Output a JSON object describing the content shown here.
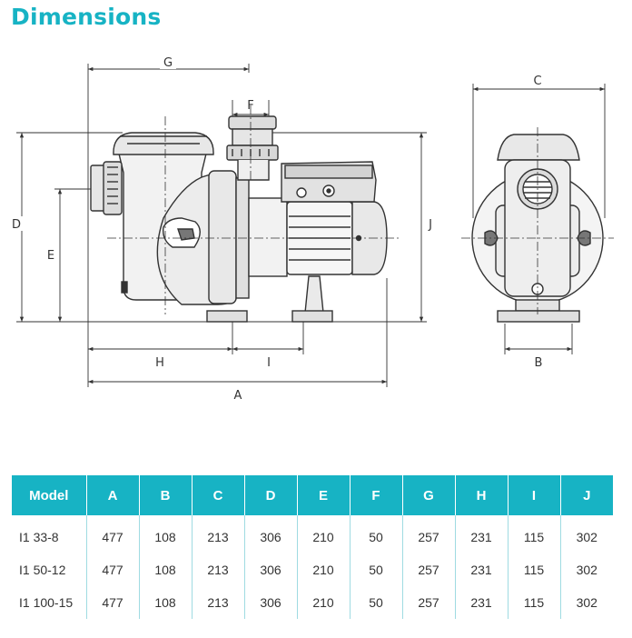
{
  "title": "Dimensions",
  "labels": {
    "G": "G",
    "F": "F",
    "C": "C",
    "D": "D",
    "E": "E",
    "J": "J",
    "H": "H",
    "I": "I",
    "A": "A",
    "B": "B"
  },
  "table": {
    "headers": [
      "Model",
      "A",
      "B",
      "C",
      "D",
      "E",
      "F",
      "G",
      "H",
      "I",
      "J"
    ],
    "rows": [
      [
        "I1 33-8",
        "477",
        "108",
        "213",
        "306",
        "210",
        "50",
        "257",
        "231",
        "115",
        "302"
      ],
      [
        "I1 50-12",
        "477",
        "108",
        "213",
        "306",
        "210",
        "50",
        "257",
        "231",
        "115",
        "302"
      ],
      [
        "I1 100-15",
        "477",
        "108",
        "213",
        "306",
        "210",
        "50",
        "257",
        "231",
        "115",
        "302"
      ]
    ]
  },
  "colors": {
    "accent": "#17b3c4",
    "line": "#333333"
  }
}
